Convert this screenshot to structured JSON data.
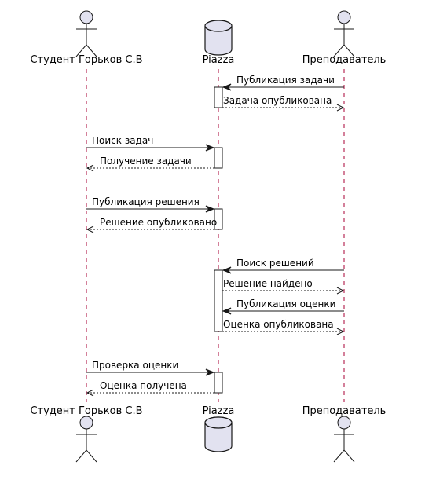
{
  "participants": [
    {
      "id": "student",
      "name": "Студент Горьков С.В",
      "kind": "actor"
    },
    {
      "id": "piazza",
      "name": "Piazza",
      "kind": "database"
    },
    {
      "id": "teacher",
      "name": "Преподаватель",
      "kind": "actor"
    }
  ],
  "messages": [
    {
      "from": "teacher",
      "to": "piazza",
      "label": "Публикация задачи",
      "style": "solid"
    },
    {
      "from": "piazza",
      "to": "teacher",
      "label": "Задача опубликована",
      "style": "dashed"
    },
    {
      "from": "student",
      "to": "piazza",
      "label": "Поиск задач",
      "style": "solid"
    },
    {
      "from": "piazza",
      "to": "student",
      "label": "Получение задачи",
      "style": "dashed"
    },
    {
      "from": "student",
      "to": "piazza",
      "label": "Публикация решения",
      "style": "solid"
    },
    {
      "from": "piazza",
      "to": "student",
      "label": "Решение опубликовано",
      "style": "dashed"
    },
    {
      "from": "teacher",
      "to": "piazza",
      "label": "Поиск решений",
      "style": "solid"
    },
    {
      "from": "piazza",
      "to": "teacher",
      "label": "Решение найдено",
      "style": "dashed"
    },
    {
      "from": "teacher",
      "to": "piazza",
      "label": "Публикация оценки",
      "style": "solid"
    },
    {
      "from": "piazza",
      "to": "teacher",
      "label": "Оценка опубликована",
      "style": "dashed"
    },
    {
      "from": "student",
      "to": "piazza",
      "label": "Проверка оценки",
      "style": "solid"
    },
    {
      "from": "piazza",
      "to": "student",
      "label": "Оценка получена",
      "style": "dashed"
    }
  ],
  "colors": {
    "participant_fill": "#e2e2f0",
    "line": "#181818",
    "lifeline": "#a80036"
  }
}
